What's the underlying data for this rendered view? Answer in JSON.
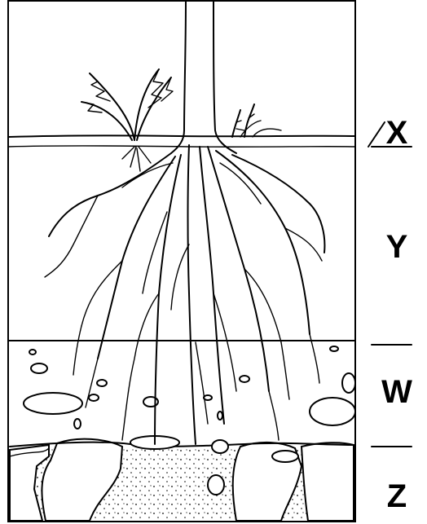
{
  "diagram": {
    "layers": [
      {
        "id": "X",
        "label": "X"
      },
      {
        "id": "Y",
        "label": "Y"
      },
      {
        "id": "W",
        "label": "W"
      },
      {
        "id": "Z",
        "label": "Z"
      }
    ]
  }
}
